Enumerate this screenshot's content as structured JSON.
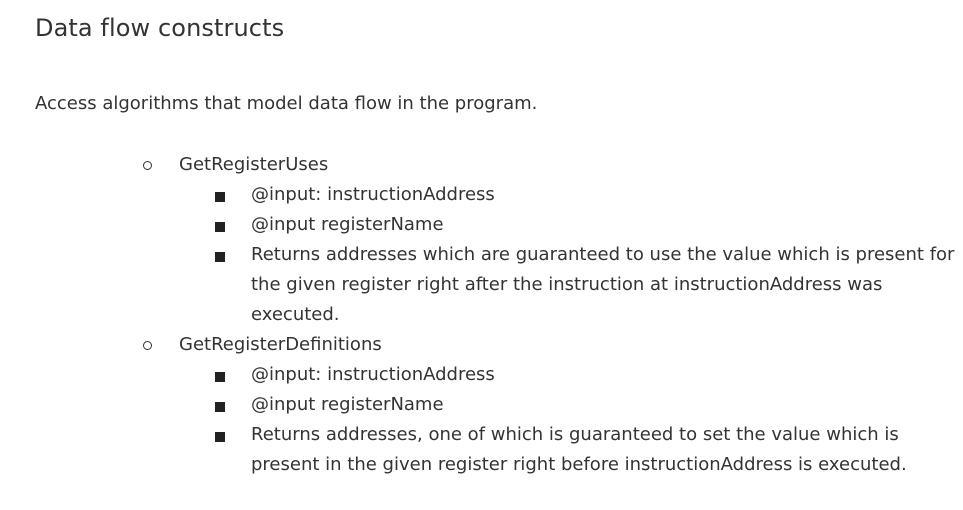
{
  "heading": "Data flow constructs",
  "intro": "Access algorithms that model data flow in the program.",
  "items": [
    {
      "title": "GetRegisterUses",
      "details": [
        "@input: instructionAddress",
        "@input registerName",
        "Returns addresses which are guaranteed to use the value which is present for the given register right after the instruction at instructionAddress was executed."
      ]
    },
    {
      "title": "GetRegisterDefinitions",
      "details": [
        "@input: instructionAddress",
        "@input registerName",
        "Returns addresses, one of which is guaranteed to set the value which is present in the given register right before instructionAddress is executed."
      ]
    }
  ]
}
